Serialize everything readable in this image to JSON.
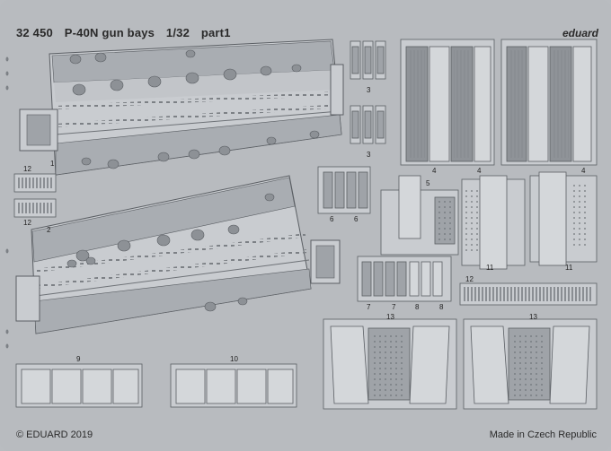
{
  "header": {
    "kit_number": "32 450",
    "title": "P-40N gun bays",
    "scale": "1/32",
    "part": "part1"
  },
  "brand": "eduard",
  "footer": {
    "copyright": "© EDUARD 2019",
    "origin": "Made in Czech Republic"
  },
  "part_numbers": {
    "p1": "1",
    "p2": "2",
    "p3a": "3",
    "p3b": "3",
    "p4a": "4",
    "p4b": "4",
    "p4c": "4",
    "p5": "5",
    "p6a": "6",
    "p6b": "6",
    "p7a": "7",
    "p7b": "7",
    "p8a": "8",
    "p8b": "8",
    "p9": "9",
    "p10": "10",
    "p11a": "11",
    "p11b": "11",
    "p12a": "12",
    "p12b": "12",
    "p12c": "12",
    "p13a": "13",
    "p13b": "13"
  },
  "colors": {
    "sheet": "#b8bbbf",
    "part": "#c9ccd0",
    "part_dark": "#9fa3a8",
    "etch_line": "#5a5e63"
  }
}
